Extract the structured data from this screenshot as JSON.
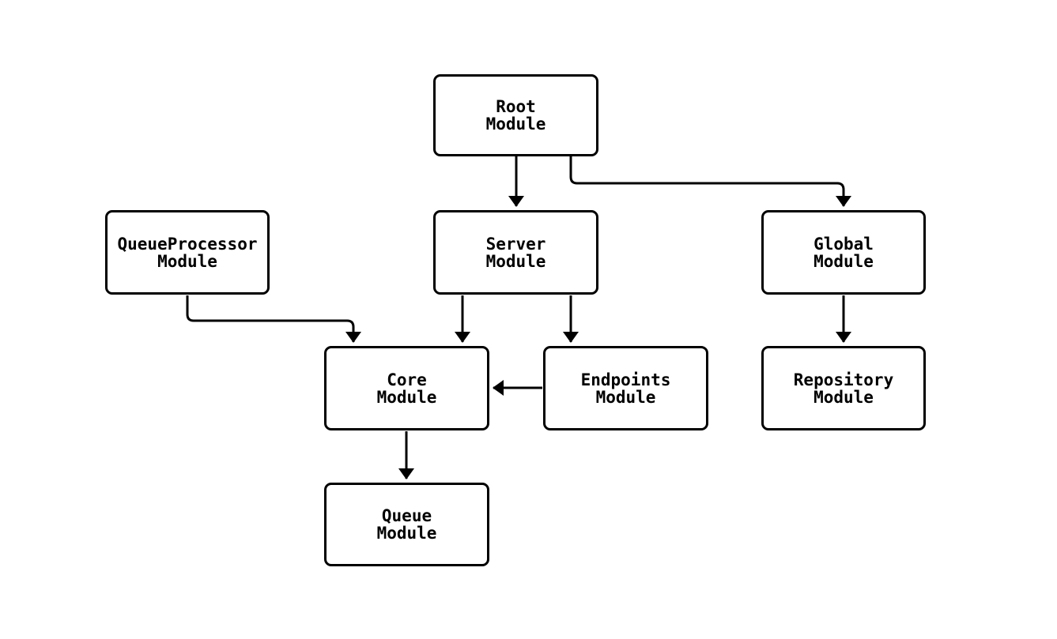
{
  "diagram": {
    "kind": "module-dependency-graph",
    "background_color": "#ffffff",
    "stroke_color": "#000000",
    "nodes": [
      {
        "id": "root",
        "line1": "Root",
        "line2": "Module"
      },
      {
        "id": "queueprocessor",
        "line1": "QueueProcessor",
        "line2": "Module"
      },
      {
        "id": "server",
        "line1": "Server",
        "line2": "Module"
      },
      {
        "id": "global",
        "line1": "Global",
        "line2": "Module"
      },
      {
        "id": "core",
        "line1": "Core",
        "line2": "Module"
      },
      {
        "id": "endpoints",
        "line1": "Endpoints",
        "line2": "Module"
      },
      {
        "id": "repository",
        "line1": "Repository",
        "line2": "Module"
      },
      {
        "id": "queue",
        "line1": "Queue",
        "line2": "Module"
      }
    ],
    "edges": [
      {
        "from": "Root Module",
        "to": "Server Module"
      },
      {
        "from": "Root Module",
        "to": "Global Module"
      },
      {
        "from": "QueueProcessor Module",
        "to": "Core Module"
      },
      {
        "from": "Server Module",
        "to": "Core Module"
      },
      {
        "from": "Server Module",
        "to": "Endpoints Module"
      },
      {
        "from": "Global Module",
        "to": "Repository Module"
      },
      {
        "from": "Endpoints Module",
        "to": "Core Module"
      },
      {
        "from": "Core Module",
        "to": "Queue Module"
      }
    ]
  }
}
